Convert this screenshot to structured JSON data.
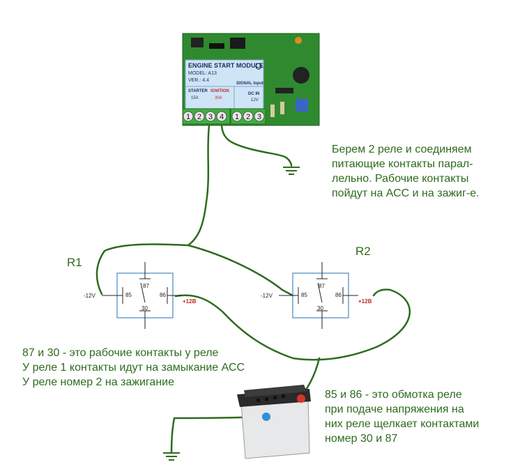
{
  "module": {
    "title": "ENGINE START MODULE",
    "model": "MODEL: A13",
    "ver": "VER.: 4.4",
    "starter": "STARTER",
    "starter_amp": "15A",
    "ignition": "IGNITION",
    "ignition_amp": "30A",
    "signal": "SIGNAL input",
    "dcin": "DC IN",
    "dcin_v": "12V",
    "terminals_left": [
      "1",
      "2",
      "3",
      "4"
    ],
    "terminals_right": [
      "1",
      "2",
      "3"
    ]
  },
  "relays": [
    {
      "label": "R1",
      "pin85": "85",
      "pin86": "86",
      "pin87": "87",
      "pin30": "30",
      "minus": "-12V",
      "plus": "+12В"
    },
    {
      "label": "R2",
      "pin85": "85",
      "pin86": "86",
      "pin87": "87",
      "pin30": "30",
      "minus": "-12V",
      "plus": "+12В"
    }
  ],
  "notes": {
    "top": [
      "Берем 2 реле и соединяем",
      "питающие контакты парал-",
      "лельно. Рабочие контакты",
      "пойдут на АСС и на зажиг-е."
    ],
    "middle": [
      "87 и 30 - это рабочие контакты у реле",
      "У реле 1 контакты идут на замыкание АСС",
      "У реле номер 2 на зажигание"
    ],
    "bottom": [
      "85 и 86 - это обмотка реле",
      "при подаче напряжения на",
      "них реле щелкает контактами",
      "номер 30 и 87"
    ]
  },
  "colors": {
    "wire": "#2e6b1f",
    "note_text": "#2e6b1f",
    "relay_box": "#6b9fcf",
    "pcb": "#2f8a2f",
    "label": "#cfe4f6",
    "terminal": "#3fae3f",
    "plus_voltage": "#c0281f"
  }
}
